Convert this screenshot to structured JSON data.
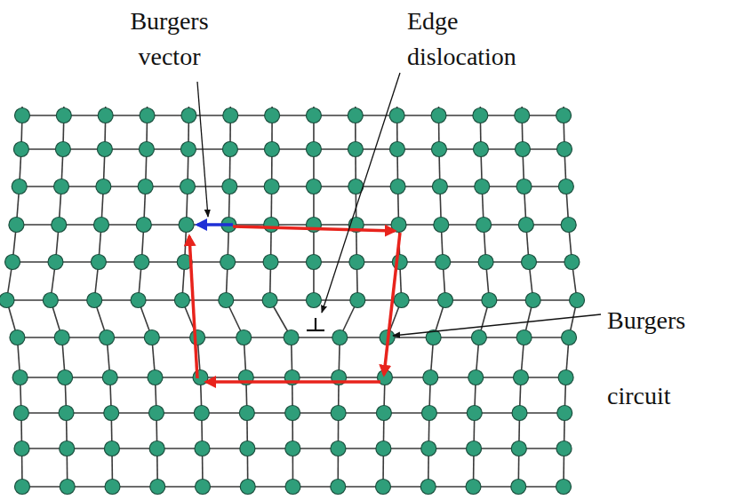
{
  "diagram": {
    "labels": [
      "Burgers vector",
      "Edge dislocation",
      "Burgers circuit"
    ]
  }
}
